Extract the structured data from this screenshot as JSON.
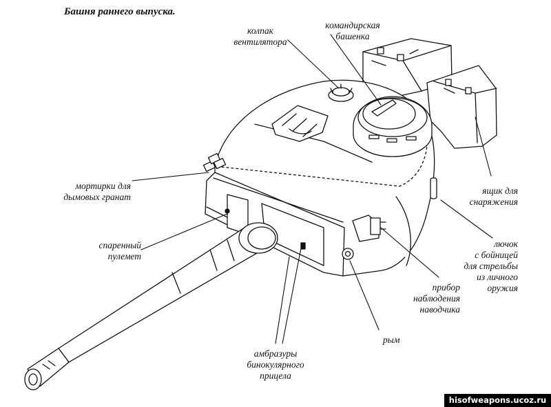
{
  "title": "Башня раннего выпуска.",
  "labels": {
    "fan_cap": "колпак\nвентилятора",
    "commander_cupola": "командирская\nбашенка",
    "smoke_mortars": "мортирки для\nдымовых гранат",
    "coaxial_mg": "спаренный\nпулемет",
    "stowage_box": "ящик для\nснаряжения",
    "pistol_port": "лючок\nс бойницей\nдля стрельбы\nиз личного\nоружия",
    "gunner_sight": "прибор\nнаблюдения\nнаводчика",
    "lifting_eye": "рым",
    "binocular_sight": "амбразуры\nбинокулярного\nприцела"
  },
  "watermark": "hisofweapons.ucoz.ru",
  "colors": {
    "ink": "#111111",
    "paper": "#ffffff"
  }
}
